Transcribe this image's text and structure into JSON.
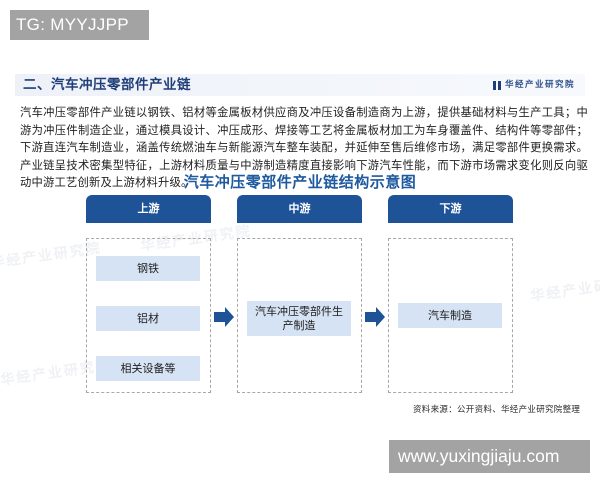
{
  "overlay": {
    "tg_label": "TG: MYYJJPP",
    "url_label": "www.yuxingjiaju.com"
  },
  "section": {
    "title": "二、汽车冲压零部件产业链",
    "brand": "华经产业研究院",
    "brand_icon": "bookmark-logo-icon"
  },
  "intro": {
    "text": "汽车冲压零部件产业链以钢铁、铝材等金属板材供应商及冲压设备制造商为上游，提供基础材料与生产工具；中游为冲压件制造企业，通过模具设计、冲压成形、焊接等工艺将金属板材加工为车身覆盖件、结构件等零部件；下游直连汽车制造业，涵盖传统燃油车与新能源汽车整车装配，并延伸至售后维修市场，满足零部件更换需求。产业链呈技术密集型特征，上游材料质量与中游制造精度直接影响下游汽车性能，而下游市场需求变化则反向驱动中游工艺创新及上游材料升级。"
  },
  "diagram": {
    "title": "汽车冲压零部件产业链结构示意图",
    "colors": {
      "header": "#1e5398",
      "item": "#d6e3f4",
      "title": "#1f5a9e",
      "arrow": "#1e5398"
    },
    "stages": [
      {
        "label": "上游",
        "items": [
          "钢铁",
          "铝材",
          "相关设备等"
        ]
      },
      {
        "label": "中游",
        "items": [
          "汽车冲压零部件生产制造"
        ]
      },
      {
        "label": "下游",
        "items": [
          "汽车制造"
        ]
      }
    ],
    "arrows": [
      "arrow-right-icon",
      "arrow-right-icon"
    ]
  },
  "source": {
    "text": "资料来源：公开资料、华经产业研究院整理"
  },
  "watermarks": [
    "华经产业研究院",
    "华经产业研究院",
    "华经产业研究院",
    "华经产业研究院"
  ]
}
